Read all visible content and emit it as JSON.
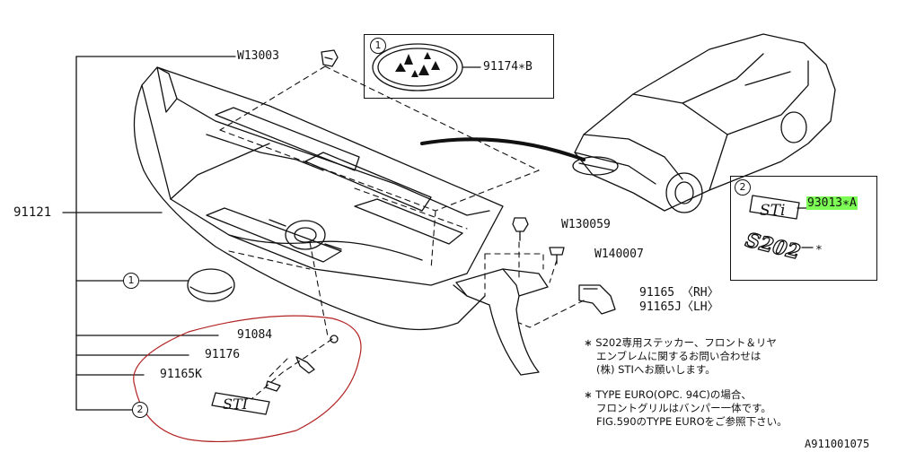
{
  "callouts": {
    "c1": "W13003",
    "c2": "91174∗B",
    "c3": "91121",
    "c4": "W130059",
    "c5": "W140007",
    "c6": "91165 〈RH〉",
    "c7": "91165J〈LH〉",
    "c8": "91084",
    "c9": "91176",
    "c10": "91165K",
    "c11": "93013∗A",
    "c12": "∗"
  },
  "markers": {
    "one": "1",
    "two": "2"
  },
  "notes": [
    "∗ S202専用ステッカー、フロント＆リヤ",
    "エンブレムに関するお問い合わせは",
    "(株) STIへお願いします。",
    "∗ TYPE EURO(OPC. 94C)の場合、",
    "フロントグリルはバンパー一体です。",
    "FIG.590のTYPE EUROをご参照下さい。"
  ],
  "drawing_code": "A911001075",
  "colors": {
    "ink": "#111111",
    "highlight": "#7dfc56",
    "ellipse": "#b22222"
  }
}
